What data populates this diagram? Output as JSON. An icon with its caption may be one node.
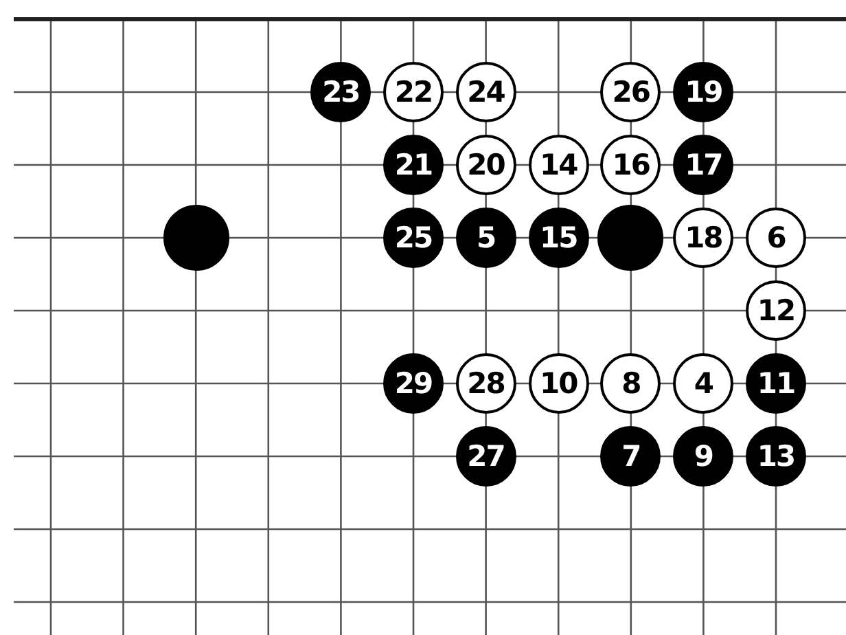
{
  "diagram": {
    "nodes": [
      {
        "text": [
          "23"
        ]
      },
      {
        "text": [
          "22"
        ]
      },
      {
        "text": [
          "24"
        ]
      },
      {
        "text": [
          "26"
        ]
      },
      {
        "text": [
          "19"
        ]
      },
      {
        "text": [
          "21"
        ]
      },
      {
        "text": [
          "20"
        ]
      },
      {
        "text": [
          "14"
        ]
      },
      {
        "text": [
          "16"
        ]
      },
      {
        "text": [
          "17"
        ]
      },
      {
        "text": [],
        "shape": "circle"
      },
      {
        "text": [
          "25"
        ]
      },
      {
        "text": [
          "5"
        ]
      },
      {
        "text": [
          "15"
        ]
      },
      {
        "text": [],
        "shape": "circle"
      },
      {
        "text": [
          "18"
        ]
      },
      {
        "text": [
          "6"
        ]
      },
      {
        "text": [
          "12"
        ]
      },
      {
        "text": [
          "29"
        ]
      },
      {
        "text": [
          "28"
        ]
      },
      {
        "text": [
          "10"
        ]
      },
      {
        "text": [
          "8"
        ]
      },
      {
        "text": [
          "4"
        ]
      },
      {
        "text": [
          "11"
        ]
      },
      {
        "text": [
          "27"
        ]
      },
      {
        "text": [
          "7"
        ]
      },
      {
        "text": [
          "9"
        ]
      },
      {
        "text": [
          "13"
        ]
      }
    ]
  }
}
